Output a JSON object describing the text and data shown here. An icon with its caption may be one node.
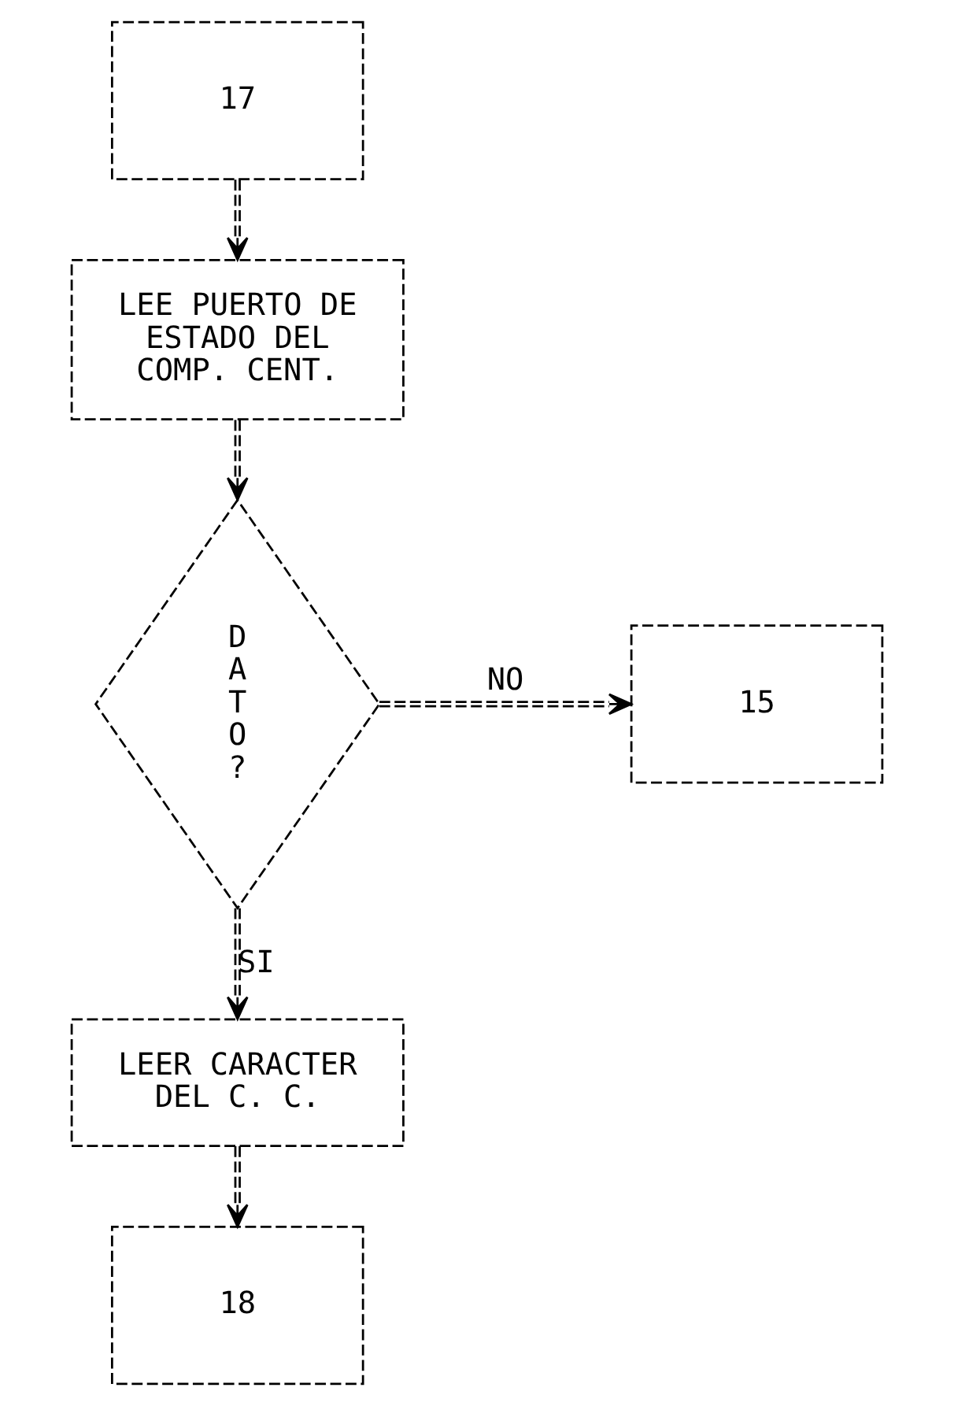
{
  "diagram": {
    "nodes": [
      {
        "text": [
          "17"
        ]
      },
      {
        "text": [
          "LEE PUERTO DE ESTADO DEL COMP. CENT."
        ]
      },
      {
        "text": [
          "DATO?"
        ]
      },
      {
        "text": [
          "15"
        ]
      },
      {
        "text": [
          "LEER CARACTER DEL C. C."
        ]
      },
      {
        "text": [
          "18"
        ]
      }
    ],
    "edges": [
      {
        "from": 0,
        "to": 1,
        "arrow": "to"
      },
      {
        "from": 1,
        "to": 2,
        "arrow": "to"
      },
      {
        "from": 2,
        "to": 3,
        "arrow": "to",
        "label": "NO"
      },
      {
        "from": 2,
        "to": 4,
        "arrow": "to",
        "label": "SI"
      },
      {
        "from": 4,
        "to": 5,
        "arrow": "to"
      }
    ]
  }
}
